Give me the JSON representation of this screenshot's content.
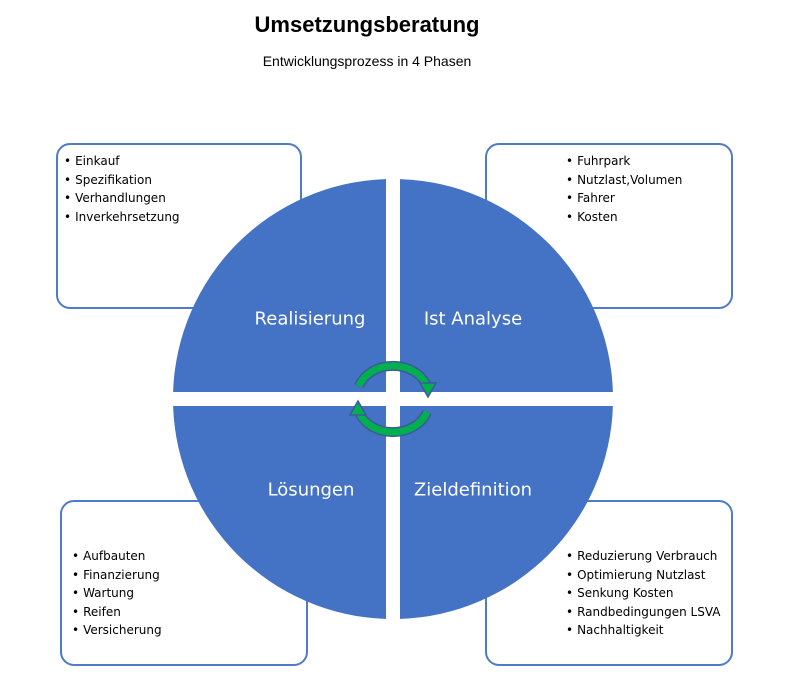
{
  "header": {
    "title": "Umsetzungsberatung",
    "subtitle": "Entwicklungsprozess  in 4 Phasen"
  },
  "colors": {
    "quadrant_fill": "#4472c4",
    "box_border": "#4f7bc8",
    "arrow_fill": "#00b050",
    "arrow_outline": "#3c5a99"
  },
  "quadrants": {
    "top_left": "Realisierung",
    "top_right": "Ist Analyse",
    "bottom_left": "Lösungen",
    "bottom_right": "Zieldefinition"
  },
  "boxes": {
    "top_left": [
      "Einkauf",
      "Spezifikation",
      "Verhandlungen",
      "Inverkehrsetzung"
    ],
    "top_right": [
      "Fuhrpark",
      "Nutzlast,Volumen",
      "Fahrer",
      "Kosten"
    ],
    "bottom_left": [
      "Aufbauten",
      "Finanzierung",
      "Wartung",
      "Reifen",
      "Versicherung"
    ],
    "bottom_right": [
      "Reduzierung Verbrauch",
      "Optimierung Nutzlast",
      "Senkung Kosten",
      "Randbedingungen LSVA",
      "Nachhaltigkeit"
    ]
  },
  "cycle_icon": "circular-arrows-icon"
}
